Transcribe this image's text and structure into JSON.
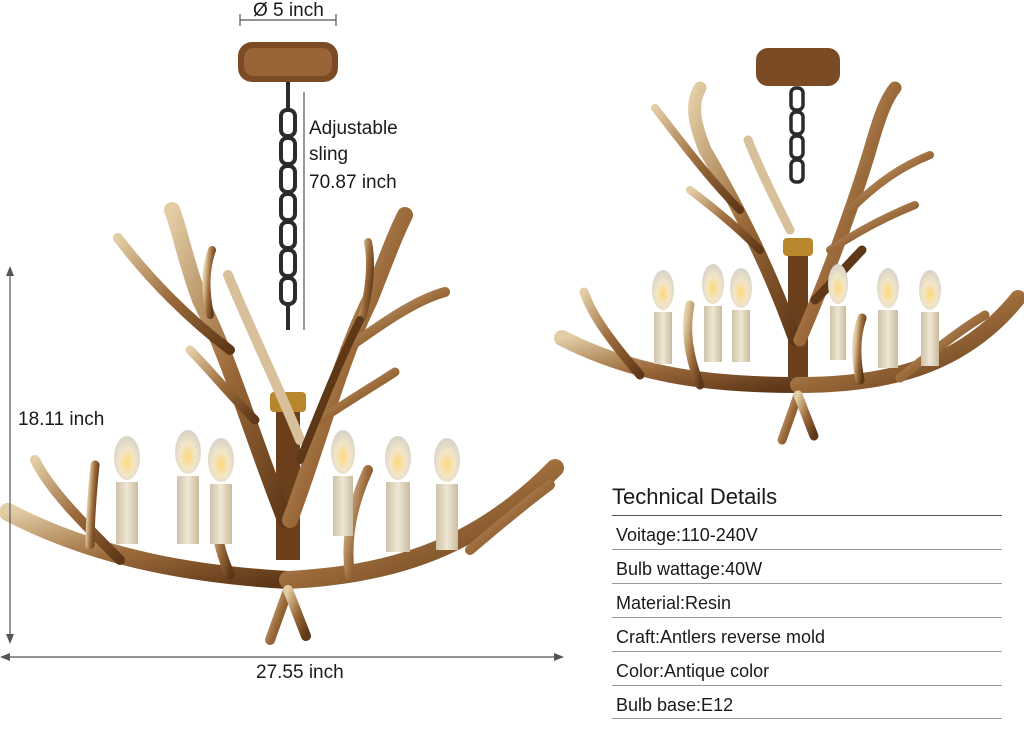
{
  "dimensions": {
    "canopy_diameter": "Ø 5 inch",
    "sling_line1": "Adjustable",
    "sling_line2": "sling",
    "sling_length": "70.87 inch",
    "height": "18.11 inch",
    "width": "27.55 inch"
  },
  "specs": {
    "title": "Technical Details",
    "rows": [
      "Voitage:110-240V",
      "Bulb wattage:40W",
      "Material:Resin",
      "Craft:Antlers reverse mold",
      "Color:Antique color",
      "Bulb base:E12"
    ]
  },
  "colors": {
    "antler_dark": "#6b3f1c",
    "antler_mid": "#9a6a3a",
    "antler_light": "#d8c19a",
    "candle": "#e6dcc6",
    "chain": "#2b2b2b",
    "brass": "#b8862d",
    "dim_line": "#555555"
  }
}
